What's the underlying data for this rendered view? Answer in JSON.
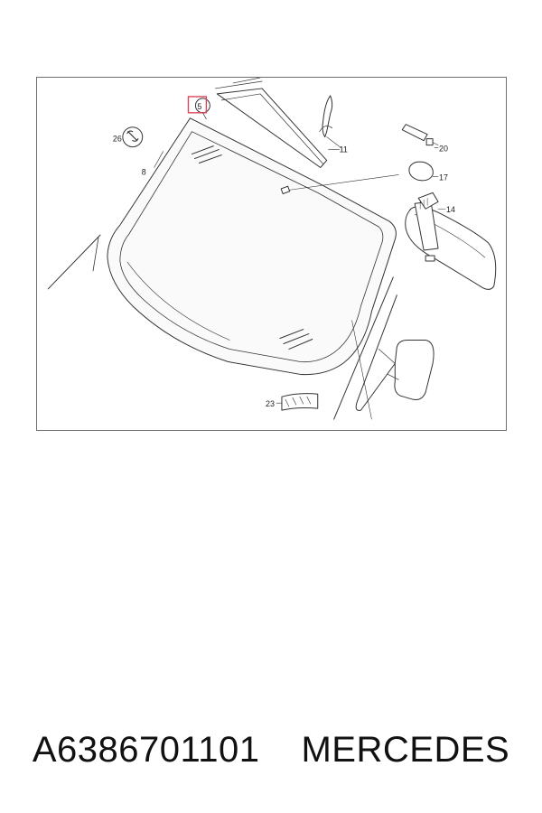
{
  "diagram": {
    "callouts": {
      "c5": "5",
      "c26": "26",
      "c8": "8",
      "c11": "11",
      "c20": "20",
      "c17": "17",
      "c14": "14",
      "c23": "23"
    },
    "highlight_color": "#d9455a"
  },
  "caption": {
    "part_number": "A6386701101",
    "brand": "MERCEDES"
  }
}
